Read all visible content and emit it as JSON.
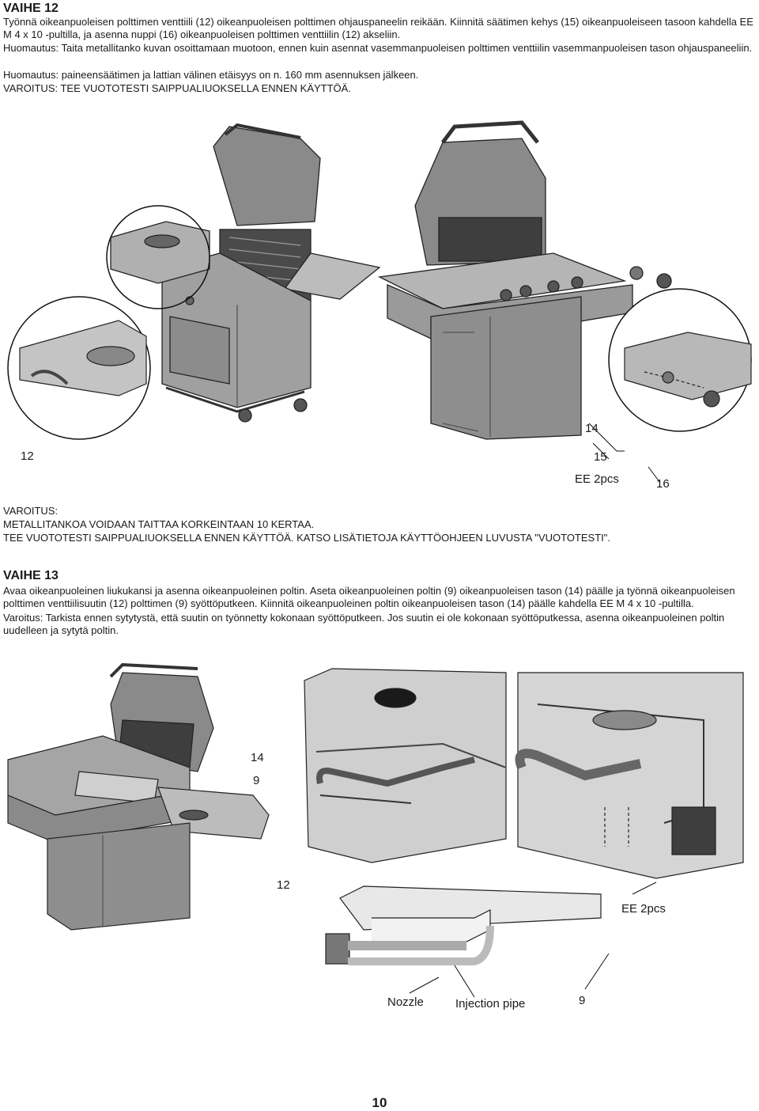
{
  "step12": {
    "heading": "VAIHE 12",
    "lines": [
      "Työnnä oikeanpuoleisen polttimen venttiili (12) oikeanpuoleisen polttimen ohjauspaneelin reikään. Kiinnitä säätimen kehys (15) oikeanpuoleiseen tasoon kahdella EE M 4 x 10 -pultilla, ja asenna nuppi (16) oikeanpuoleisen polttimen venttiilin (12) akseliin.",
      "Huomautus: Taita metallitanko kuvan osoittamaan muotoon, ennen kuin asennat vasemmanpuoleisen polttimen venttiilin vasemmanpuoleisen tason ohjauspaneeliin.",
      "Huomautus: paineensäätimen ja lattian välinen etäisyys on n. 160 mm asennuksen jälkeen.",
      "VAROITUS: TEE VUOTOTESTI SAIPPUALIUOKSELLA ENNEN KÄYTTÖÄ."
    ],
    "callouts": {
      "c12": "12",
      "c14": "14",
      "c15": "15",
      "cEE": "EE 2pcs",
      "c16": "16"
    },
    "warning": [
      "VAROITUS:",
      "METALLITANKOA VOIDAAN TAITTAA KORKEINTAAN 10 KERTAA.",
      "TEE VUOTOTESTI SAIPPUALIUOKSELLA ENNEN KÄYTTÖÄ. KATSO LISÄTIETOJA KÄYTTÖOHJEEN LUVUSTA \"VUOTOTESTI\"."
    ]
  },
  "step13": {
    "heading": "VAIHE 13",
    "lines": [
      "Avaa oikeanpuoleinen liukukansi ja asenna oikeanpuoleinen poltin. Aseta oikeanpuoleinen poltin (9) oikeanpuoleisen tason (14) päälle ja työnnä oikeanpuoleisen polttimen venttiilisuutin (12) polttimen (9) syöttöputkeen. Kiinnitä oikeanpuoleinen poltin oikeanpuoleisen tason (14) päälle kahdella EE M 4 x 10 -pultilla.",
      "Varoitus: Tarkista ennen sytytystä, että suutin on työnnetty kokonaan syöttöputkeen. Jos suutin ei ole kokonaan syöttöputkessa, asenna oikeanpuoleinen poltin uudelleen ja sytytä poltin."
    ],
    "callouts": {
      "c14": "14",
      "c9a": "9",
      "c12": "12",
      "cEE": "EE 2pcs",
      "nozzle": "Nozzle",
      "injection": "Injection pipe",
      "c9b": "9"
    }
  },
  "page_number": "10"
}
